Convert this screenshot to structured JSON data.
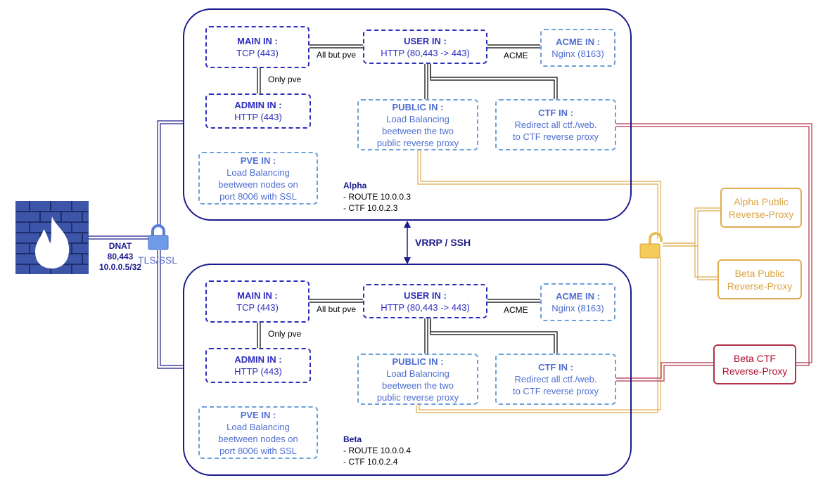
{
  "colors": {
    "panel_border": "#1a1a8c",
    "dark_node": "#2d2dbd",
    "light_node": "#6d9fd9",
    "gold": "#e0ac4f",
    "red": "#b0334a",
    "firewall": "#3d55a8"
  },
  "firewall": {
    "icon": "firewall-icon"
  },
  "dnat": {
    "line1": "DNAT",
    "line2": "80,443",
    "line3": "10.0.0.5/32"
  },
  "tls_label": "TLS/SSL",
  "vrrp_label": "VRRP / SSH",
  "alpha": {
    "main_in": {
      "title": "MAIN IN :",
      "desc": "TCP (443)"
    },
    "user_in": {
      "title": "USER IN :",
      "desc": "HTTP (80,443 -> 443)"
    },
    "acme_in": {
      "title": "ACME IN :",
      "desc": "Nginx (8163)"
    },
    "admin_in": {
      "title": "ADMIN IN :",
      "desc": "HTTP (443)"
    },
    "public_in": {
      "title": "PUBLIC IN :",
      "line1": "Load Balancing",
      "line2": "beetween the two",
      "line3": "public reverse proxy"
    },
    "ctf_in": {
      "title": "CTF IN :",
      "line1": "Redirect all ctf./web.",
      "line2": "to CTF reverse proxy"
    },
    "pve_in": {
      "title": "PVE IN :",
      "line1": "Load Balancing",
      "line2": "beetween nodes on",
      "line3": "port 8006 with SSL"
    },
    "edge_all_but_pve": "All but pve",
    "edge_acme": "ACME",
    "edge_only_pve": "Only pve",
    "info_name": "Alpha",
    "info_route": "- ROUTE 10.0.0.3",
    "info_ctf": "- CTF 10.0.2.3"
  },
  "beta": {
    "main_in": {
      "title": "MAIN IN :",
      "desc": "TCP (443)"
    },
    "user_in": {
      "title": "USER IN :",
      "desc": "HTTP (80,443 -> 443)"
    },
    "acme_in": {
      "title": "ACME IN :",
      "desc": "Nginx (8163)"
    },
    "admin_in": {
      "title": "ADMIN IN :",
      "desc": "HTTP (443)"
    },
    "public_in": {
      "title": "PUBLIC IN :",
      "line1": "Load Balancing",
      "line2": "beetween the two",
      "line3": "public reverse proxy"
    },
    "ctf_in": {
      "title": "CTF IN :",
      "line1": "Redirect all ctf./web.",
      "line2": "to CTF reverse proxy"
    },
    "pve_in": {
      "title": "PVE IN :",
      "line1": "Load Balancing",
      "line2": "beetween nodes on",
      "line3": "port 8006 with SSL"
    },
    "edge_all_but_pve": "All but pve",
    "edge_acme": "ACME",
    "edge_only_pve": "Only pve",
    "info_name": "Beta",
    "info_route": "- ROUTE 10.0.0.4",
    "info_ctf": "- CTF 10.0.2.4"
  },
  "external": {
    "alpha_public": {
      "line1": "Alpha Public",
      "line2": "Reverse-Proxy"
    },
    "beta_public": {
      "line1": "Beta Public",
      "line2": "Reverse-Proxy"
    },
    "beta_ctf": {
      "line1": "Beta CTF",
      "line2": "Reverse-Proxy"
    }
  }
}
